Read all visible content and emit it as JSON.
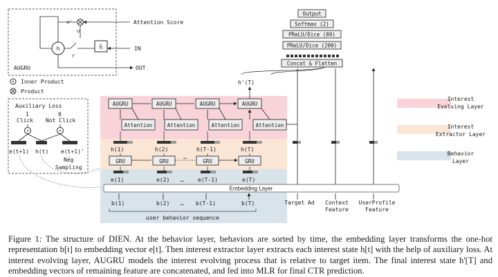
{
  "augru_inset": {
    "title": "AUGRU",
    "attention_score": "Attention Score",
    "in_label": "IN",
    "out_label": "OUT",
    "h_label": "h",
    "h_tilde_label": "h̃",
    "u_prime_label": "u'",
    "u_label": "u",
    "r_label": "r"
  },
  "legend_symbols": {
    "inner_product": "Inner Product",
    "product": "Product"
  },
  "aux_loss": {
    "title": "Auxiliary Loss",
    "one": "1",
    "zero": "0",
    "click": "Click",
    "not_click": "Not Click",
    "e_t1": "e(t+1)",
    "h_t": "h(t)",
    "e_t1_neg": "e(t+1)'",
    "neg": "Neg",
    "sampling": "Sampling"
  },
  "mlp_stack": {
    "output": "Output",
    "softmax": "Softmax (2)",
    "prelu80": "PReLU/Dice (80)",
    "prelu200": "PReLU/Dice (200)",
    "concat": "Concat & Flatten"
  },
  "main": {
    "h_prime_T": "h'(T)",
    "augru": "AUGRU",
    "attention": "Attention",
    "gru": "GRU",
    "h_labels": [
      "h(1)",
      "h(2)",
      "h(T-1)",
      "h(T)"
    ],
    "e_labels": [
      "e(1)",
      "e(2)",
      "e(T-1)",
      "e(T)"
    ],
    "b_labels": [
      "b(1)",
      "b(2)",
      "b(T-1)",
      "b(T)"
    ],
    "ellipsis": "…",
    "embedding_layer": "Embedding Layer",
    "behavior_sequence": "user behavior sequence",
    "target_ad": "Target Ad",
    "context_1": "Context",
    "context_2": "Feature",
    "userprofile_1": "UserProfile",
    "userprofile_2": "Feature"
  },
  "legend": {
    "interest_evolving_1": "Interest",
    "interest_evolving_2": "Evolving Layer",
    "interest_extractor_1": "Interest",
    "interest_extractor_2": "Extractor Layer",
    "behavior_1": "Behavior",
    "behavior_2": "Layer"
  },
  "colors": {
    "evolving_layer": "#f8d3da",
    "extractor_layer": "#fbe6d6",
    "behavior_layer": "#d8e3ea",
    "box_fill": "#eeeeee",
    "embed_dark": "#333333"
  },
  "caption": "Figure 1: The structure of DIEN. At the behavior layer, behaviors are sorted by time, the embedding layer transforms the one-hot representation b[t] to embedding vector e[t]. Then interest extractor layer extracts each interest state h[t] with the help of auxiliary loss. At interest evolving layer, AUGRU models the interest evolving process that is relative to target item. The final interest state h'[T] and embedding vectors of remaining feature are concatenated, and fed into MLR for final CTR prediction."
}
